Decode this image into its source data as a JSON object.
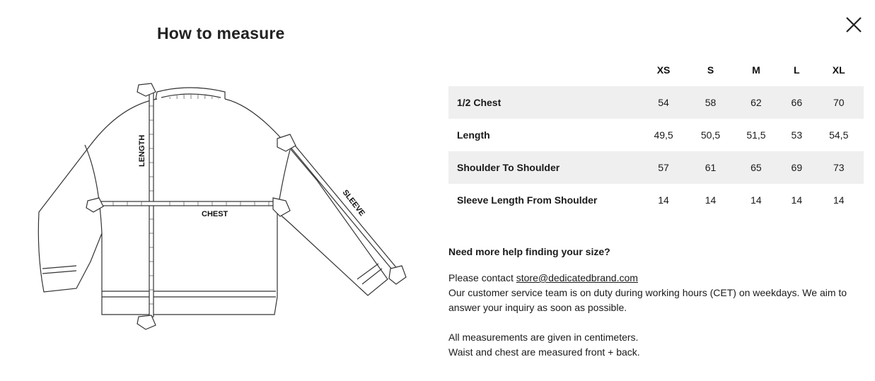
{
  "modal": {
    "title": "How to measure"
  },
  "illustration": {
    "labels": {
      "length": "LENGTH",
      "chest": "CHEST",
      "sleeve": "SLEEVE"
    }
  },
  "size_table": {
    "columns": [
      "XS",
      "S",
      "M",
      "L",
      "XL"
    ],
    "rows": [
      {
        "label": "1/2 Chest",
        "values": [
          "54",
          "58",
          "62",
          "66",
          "70"
        ]
      },
      {
        "label": "Length",
        "values": [
          "49,5",
          "50,5",
          "51,5",
          "53",
          "54,5"
        ]
      },
      {
        "label": "Shoulder To Shoulder",
        "values": [
          "57",
          "61",
          "65",
          "69",
          "73"
        ]
      },
      {
        "label": "Sleeve Length From Shoulder",
        "values": [
          "14",
          "14",
          "14",
          "14",
          "14"
        ]
      }
    ]
  },
  "help": {
    "title": "Need more help finding your size?",
    "contact_prefix": "Please contact ",
    "contact_email": "store@dedicatedbrand.com",
    "service_text": "Our customer service team is on duty during working hours (CET) on weekdays. We aim to answer your inquiry as soon as possible.",
    "measure_note_1": "All measurements are given in centimeters.",
    "measure_note_2": "Waist and chest are measured front + back."
  },
  "icons": {
    "close": "close-icon"
  },
  "colors": {
    "shaded_row": "#efefef",
    "text": "#1a1a1a"
  }
}
